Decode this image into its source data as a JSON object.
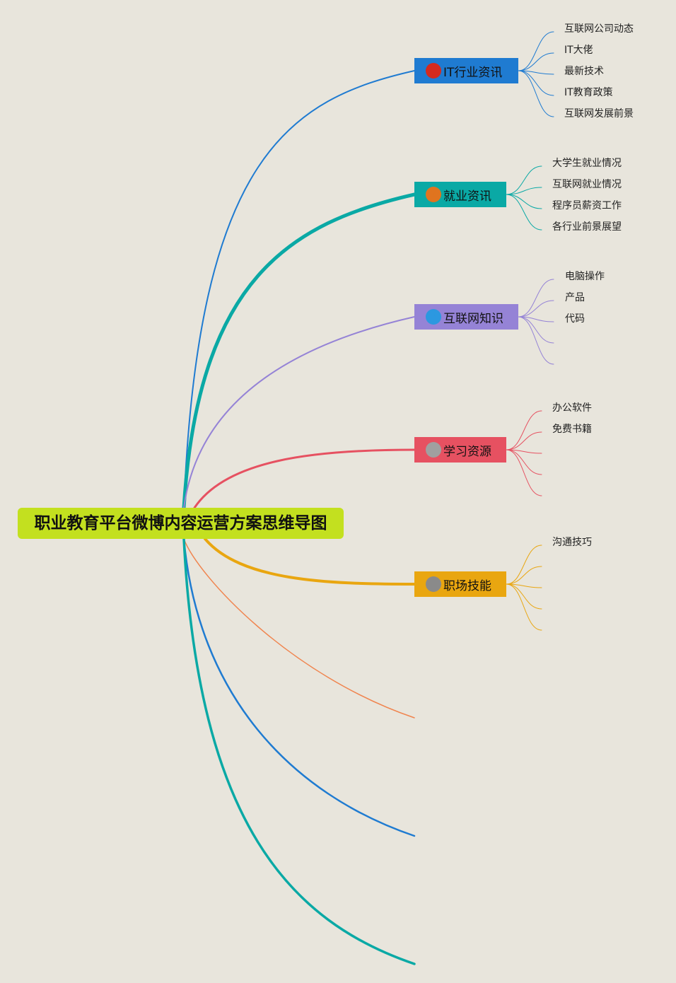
{
  "root": {
    "title": "职业教育平台微博内容运营方案思维导图",
    "color": "#c3e01f"
  },
  "branches": [
    {
      "number": "1",
      "label": "IT行业资讯",
      "color": "#1f7bd1",
      "badge_color": "#d42a1e",
      "children": [
        "互联网公司动态",
        "IT大佬",
        "最新技术",
        "IT教育政策",
        "互联网发展前景"
      ]
    },
    {
      "number": "2",
      "label": "就业资讯",
      "color": "#0aa9a5",
      "badge_color": "#e0741f",
      "children": [
        "大学生就业情况",
        "互联网就业情况",
        "程序员薪资工作",
        "各行业前景展望"
      ]
    },
    {
      "number": "3",
      "label": "互联网知识",
      "color": "#9583d6",
      "badge_color": "#2c98e0",
      "children": [
        "电脑操作",
        "产品",
        "代码",
        "",
        ""
      ]
    },
    {
      "number": "4",
      "label": "学习资源",
      "color": "#e65161",
      "badge_color": "#a0a0a0",
      "children": [
        "办公软件",
        "免费书籍",
        "",
        "",
        ""
      ]
    },
    {
      "number": "5",
      "label": "职场技能",
      "color": "#e9a610",
      "badge_color": "#8a8a8a",
      "children": [
        "沟通技巧",
        "",
        "",
        "",
        ""
      ]
    }
  ],
  "trailing_branch_colors": [
    "#f0844e",
    "#1f7bd1",
    "#0aa9a5"
  ]
}
